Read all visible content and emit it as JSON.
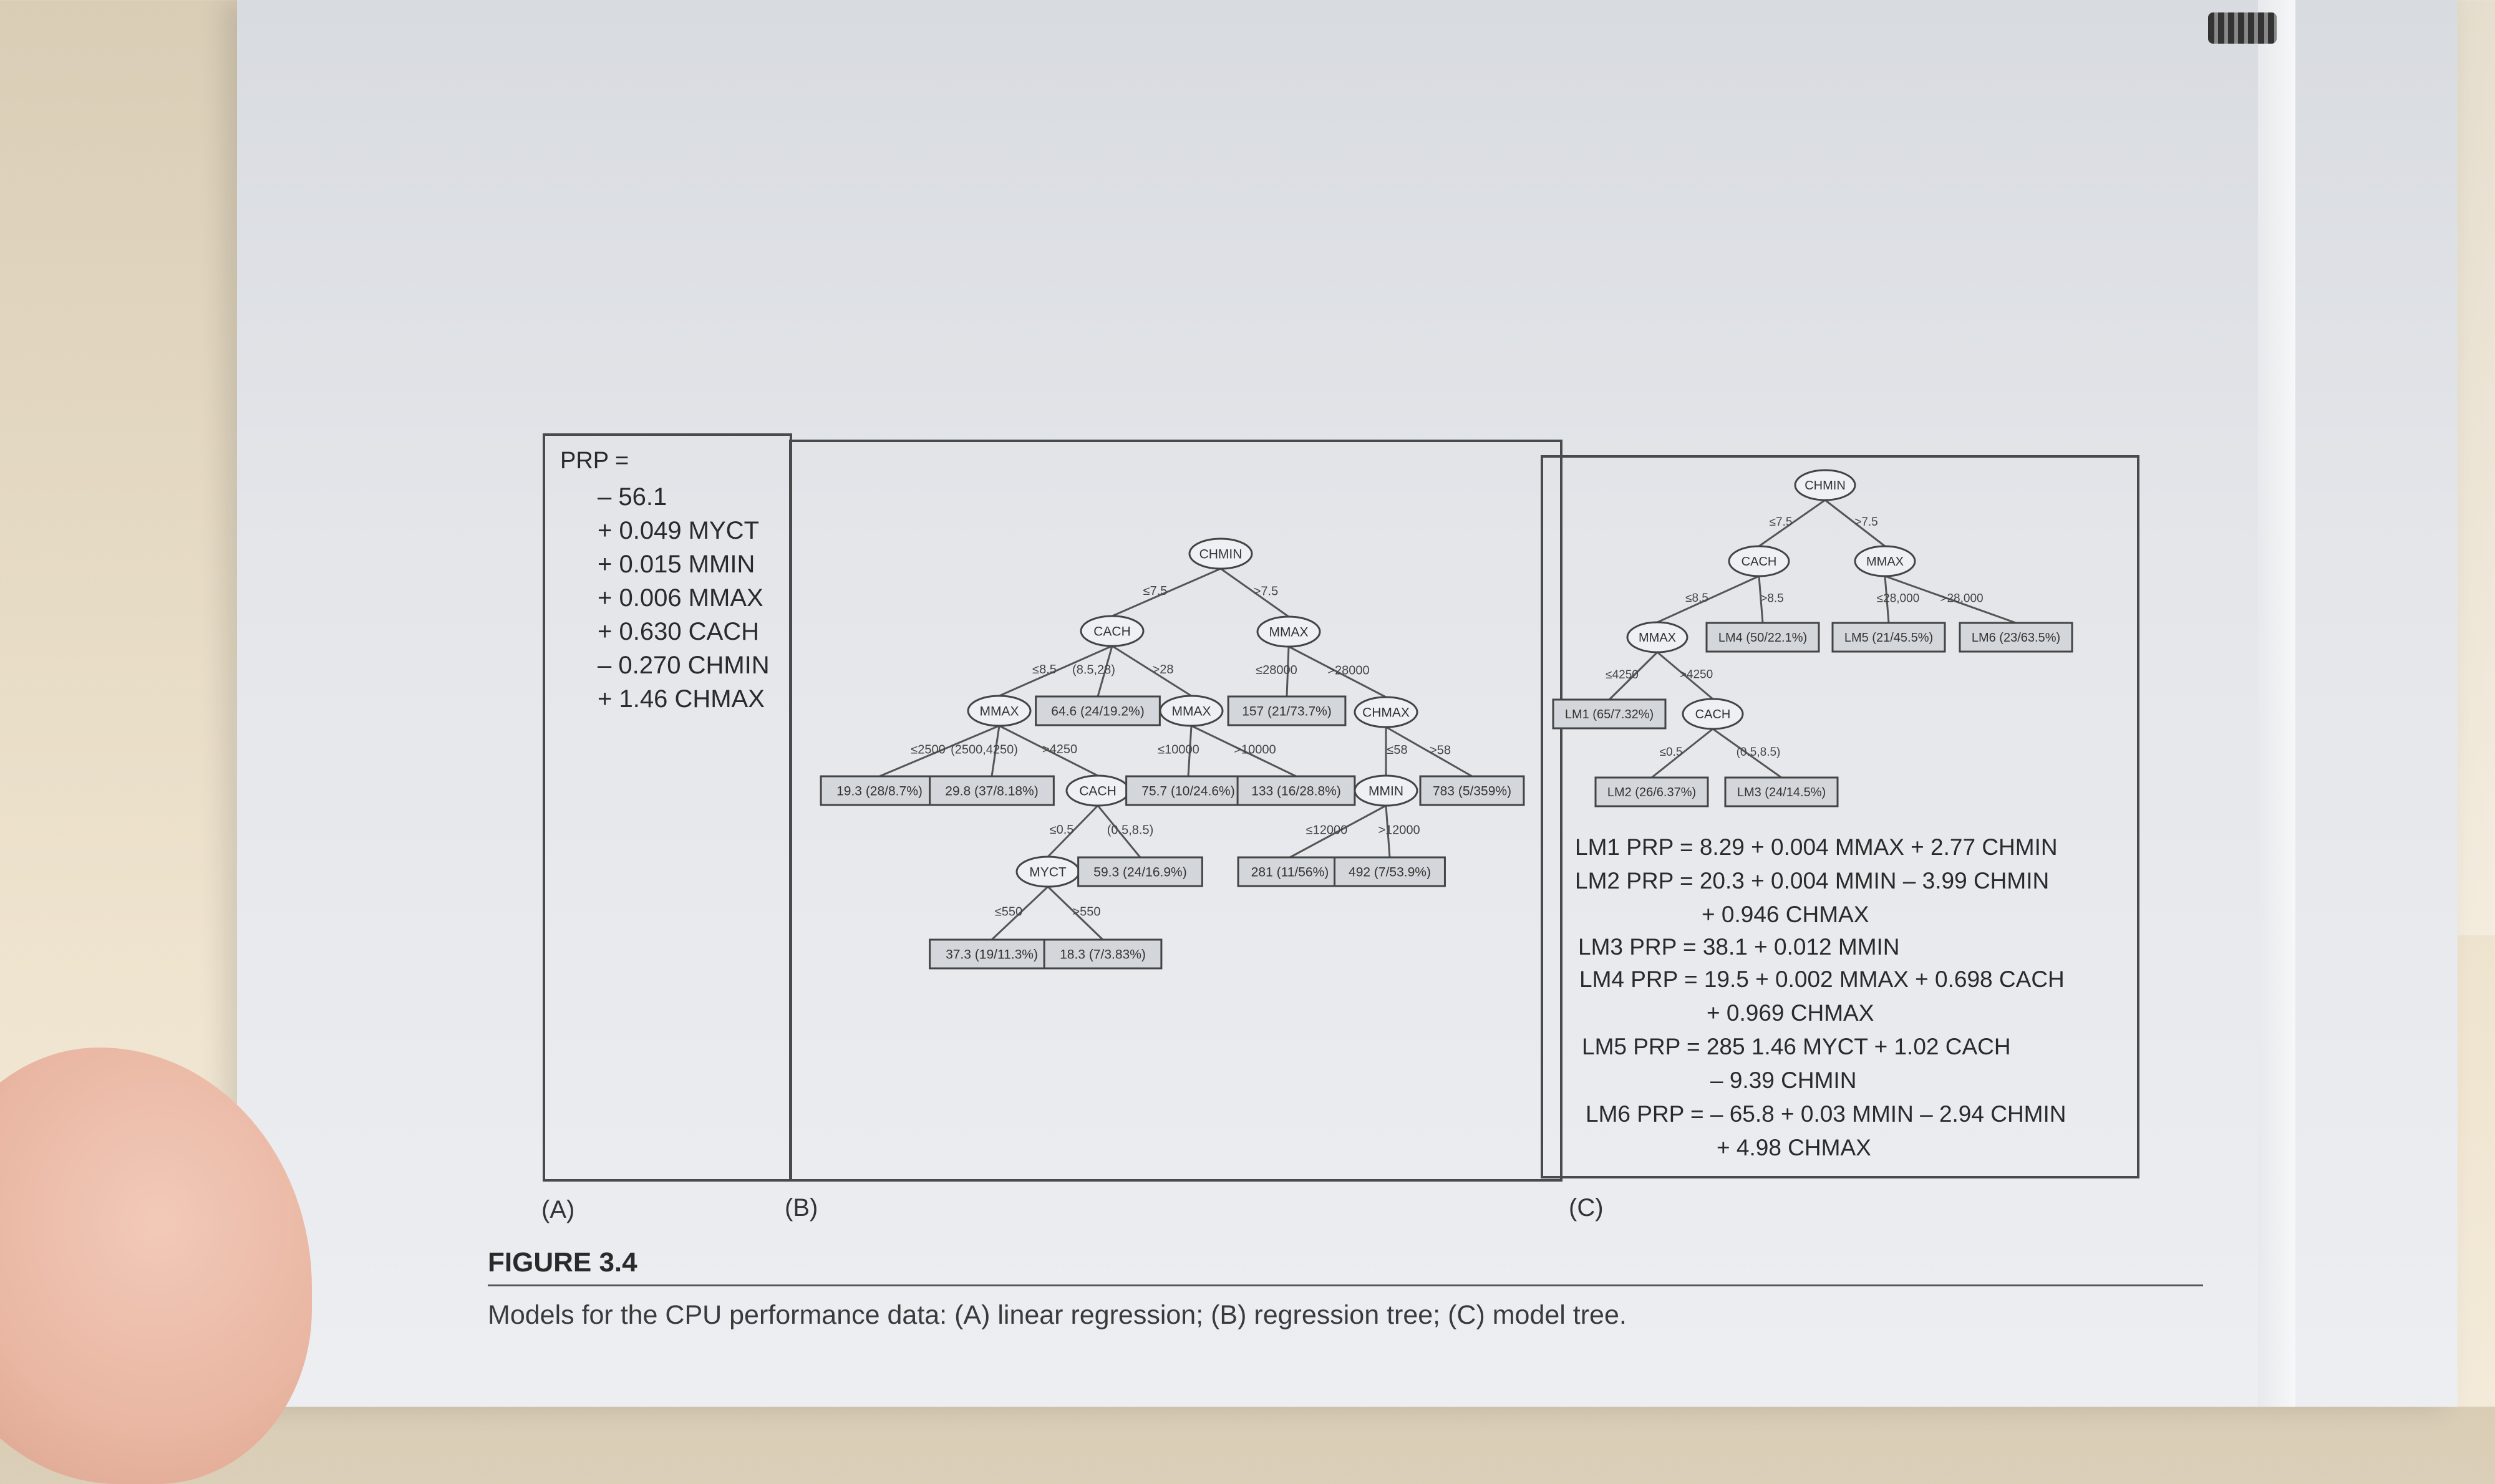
{
  "linear_regression": {
    "head": "PRP =",
    "terms": [
      "– 56.1",
      "+ 0.049 MYCT",
      "+ 0.015 MMIN",
      "+ 0.006 MMAX",
      "+ 0.630 CACH",
      "– 0.270 CHMIN",
      "+ 1.46 CHMAX"
    ]
  },
  "regression_tree": {
    "nodes": [
      {
        "id": "b1",
        "text": "CHMIN",
        "shape": "ellipse"
      },
      {
        "id": "b2",
        "text": "CACH",
        "shape": "ellipse"
      },
      {
        "id": "b3",
        "text": "MMAX",
        "shape": "ellipse"
      },
      {
        "id": "b4",
        "text": "MMAX",
        "shape": "ellipse"
      },
      {
        "id": "b5",
        "text": "64.6  (24/19.2%)",
        "shape": "box"
      },
      {
        "id": "b6",
        "text": "MMAX",
        "shape": "ellipse"
      },
      {
        "id": "b7",
        "text": "157  (21/73.7%)",
        "shape": "box"
      },
      {
        "id": "b8",
        "text": "CHMAX",
        "shape": "ellipse"
      },
      {
        "id": "b9",
        "text": "19.3  (28/8.7%)",
        "shape": "box"
      },
      {
        "id": "b10",
        "text": "29.8  (37/8.18%)",
        "shape": "box"
      },
      {
        "id": "b11",
        "text": "CACH",
        "shape": "ellipse"
      },
      {
        "id": "b12",
        "text": "75.7  (10/24.6%)",
        "shape": "box"
      },
      {
        "id": "b13",
        "text": "133  (16/28.8%)",
        "shape": "box"
      },
      {
        "id": "b14",
        "text": "MMIN",
        "shape": "ellipse"
      },
      {
        "id": "b15",
        "text": "783  (5/359%)",
        "shape": "box"
      },
      {
        "id": "b16",
        "text": "MYCT",
        "shape": "ellipse"
      },
      {
        "id": "b17",
        "text": "59.3  (24/16.9%)",
        "shape": "box"
      },
      {
        "id": "b18",
        "text": "281  (11/56%)",
        "shape": "box"
      },
      {
        "id": "b19",
        "text": "492  (7/53.9%)",
        "shape": "box"
      },
      {
        "id": "b20",
        "text": "37.3  (19/11.3%)",
        "shape": "box"
      },
      {
        "id": "b21",
        "text": "18.3  (7/3.83%)",
        "shape": "box"
      }
    ],
    "edges": [
      {
        "from": "b1",
        "to": "b2",
        "label": "≤7.5"
      },
      {
        "from": "b1",
        "to": "b3",
        "label": ">7.5"
      },
      {
        "from": "b2",
        "to": "b4",
        "label": "≤8.5"
      },
      {
        "from": "b2",
        "to": "b5",
        "label": "(8.5,28)"
      },
      {
        "from": "b2",
        "to": "b6",
        "label": ">28"
      },
      {
        "from": "b3",
        "to": "b7",
        "label": "≤28000"
      },
      {
        "from": "b3",
        "to": "b8",
        "label": ">28000"
      },
      {
        "from": "b4",
        "to": "b9",
        "label": "≤2500"
      },
      {
        "from": "b4",
        "to": "b10",
        "label": "(2500,4250)"
      },
      {
        "from": "b4",
        "to": "b11",
        "label": ">4250"
      },
      {
        "from": "b6",
        "to": "b12",
        "label": "≤10000"
      },
      {
        "from": "b6",
        "to": "b13",
        "label": ">10000"
      },
      {
        "from": "b8",
        "to": "b14",
        "label": "≤58"
      },
      {
        "from": "b8",
        "to": "b15",
        "label": ">58"
      },
      {
        "from": "b11",
        "to": "b16",
        "label": "≤0.5"
      },
      {
        "from": "b11",
        "to": "b17",
        "label": "(0.5,8.5)"
      },
      {
        "from": "b14",
        "to": "b18",
        "label": "≤12000"
      },
      {
        "from": "b14",
        "to": "b19",
        "label": ">12000"
      },
      {
        "from": "b16",
        "to": "b20",
        "label": "≤550"
      },
      {
        "from": "b16",
        "to": "b21",
        "label": ">550"
      }
    ]
  },
  "model_tree": {
    "nodes": [
      {
        "id": "c1",
        "text": "CHMIN",
        "shape": "ellipse"
      },
      {
        "id": "c2",
        "text": "CACH",
        "shape": "ellipse"
      },
      {
        "id": "c3",
        "text": "MMAX",
        "shape": "ellipse"
      },
      {
        "id": "c4",
        "text": "MMAX",
        "shape": "ellipse"
      },
      {
        "id": "c5",
        "text": "LM4  (50/22.1%)",
        "shape": "box"
      },
      {
        "id": "c6",
        "text": "LM5  (21/45.5%)",
        "shape": "box"
      },
      {
        "id": "c7",
        "text": "LM6  (23/63.5%)",
        "shape": "box"
      },
      {
        "id": "c8",
        "text": "LM1  (65/7.32%)",
        "shape": "box"
      },
      {
        "id": "c9",
        "text": "CACH",
        "shape": "ellipse"
      },
      {
        "id": "c10",
        "text": "LM2  (26/6.37%)",
        "shape": "box"
      },
      {
        "id": "c11",
        "text": "LM3  (24/14.5%)",
        "shape": "box"
      }
    ],
    "edges": [
      {
        "from": "c1",
        "to": "c2",
        "label": "≤7.5"
      },
      {
        "from": "c1",
        "to": "c3",
        "label": ">7.5"
      },
      {
        "from": "c2",
        "to": "c4",
        "label": "≤8.5"
      },
      {
        "from": "c2",
        "to": "c5",
        "label": ">8.5"
      },
      {
        "from": "c3",
        "to": "c6",
        "label": "≤28,000"
      },
      {
        "from": "c3",
        "to": "c7",
        "label": ">28,000"
      },
      {
        "from": "c4",
        "to": "c8",
        "label": "≤4250"
      },
      {
        "from": "c4",
        "to": "c9",
        "label": ">4250"
      },
      {
        "from": "c9",
        "to": "c10",
        "label": "≤0.5"
      },
      {
        "from": "c9",
        "to": "c11",
        "label": "(0.5,8.5)"
      }
    ],
    "equations": [
      "LM1 PRP = 8.29 + 0.004 MMAX + 2.77 CHMIN",
      "LM2 PRP = 20.3 + 0.004 MMIN – 3.99 CHMIN",
      "+ 0.946 CHMAX",
      "LM3 PRP = 38.1 + 0.012 MMIN",
      "LM4 PRP = 19.5 + 0.002 MMAX + 0.698 CACH",
      "+ 0.969 CHMAX",
      "LM5 PRP = 285 1.46 MYCT + 1.02 CACH",
      "– 9.39 CHMIN",
      "LM6 PRP = – 65.8 + 0.03 MMIN – 2.94 CHMIN",
      "+ 4.98 CHMAX"
    ]
  },
  "panel_labels": {
    "a": "(A)",
    "b": "(B)",
    "c": "(C)"
  },
  "figure": {
    "title": "FIGURE 3.4",
    "caption": "Models for the CPU performance data: (A) linear regression; (B) regression tree; (C) model tree."
  }
}
